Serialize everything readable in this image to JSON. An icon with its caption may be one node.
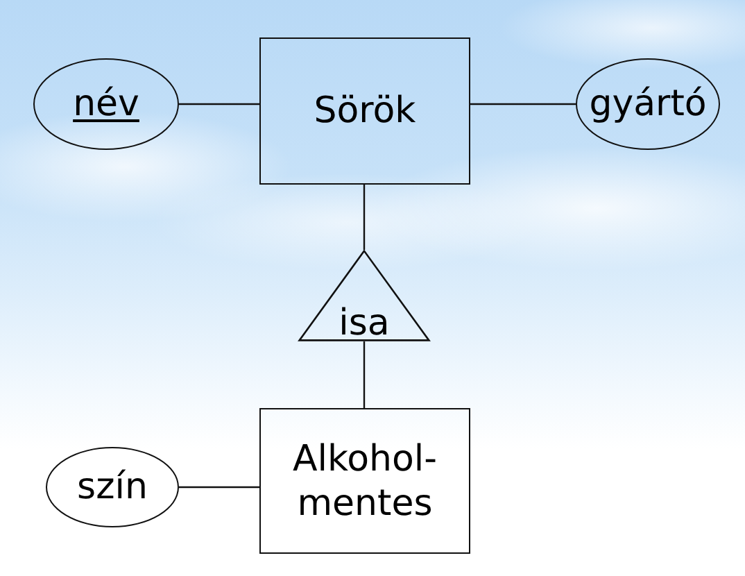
{
  "diagram": {
    "nodes": [
      {
        "text": [
          "Sörök"
        ]
      },
      {
        "text": [
          "név"
        ]
      },
      {
        "text": [
          "gyártó"
        ]
      },
      {
        "text": [
          "isa"
        ]
      },
      {
        "text": [
          "Alkohol- mentes"
        ]
      },
      {
        "text": [
          "szín"
        ]
      }
    ],
    "edges": [
      {
        "from": 1,
        "to": 0,
        "arrow": "none"
      },
      {
        "from": 0,
        "to": 2,
        "arrow": "none"
      },
      {
        "from": 0,
        "to": 3,
        "arrow": "none"
      },
      {
        "from": 3,
        "to": 4,
        "arrow": "none"
      },
      {
        "from": 5,
        "to": 4,
        "arrow": "none"
      }
    ]
  }
}
